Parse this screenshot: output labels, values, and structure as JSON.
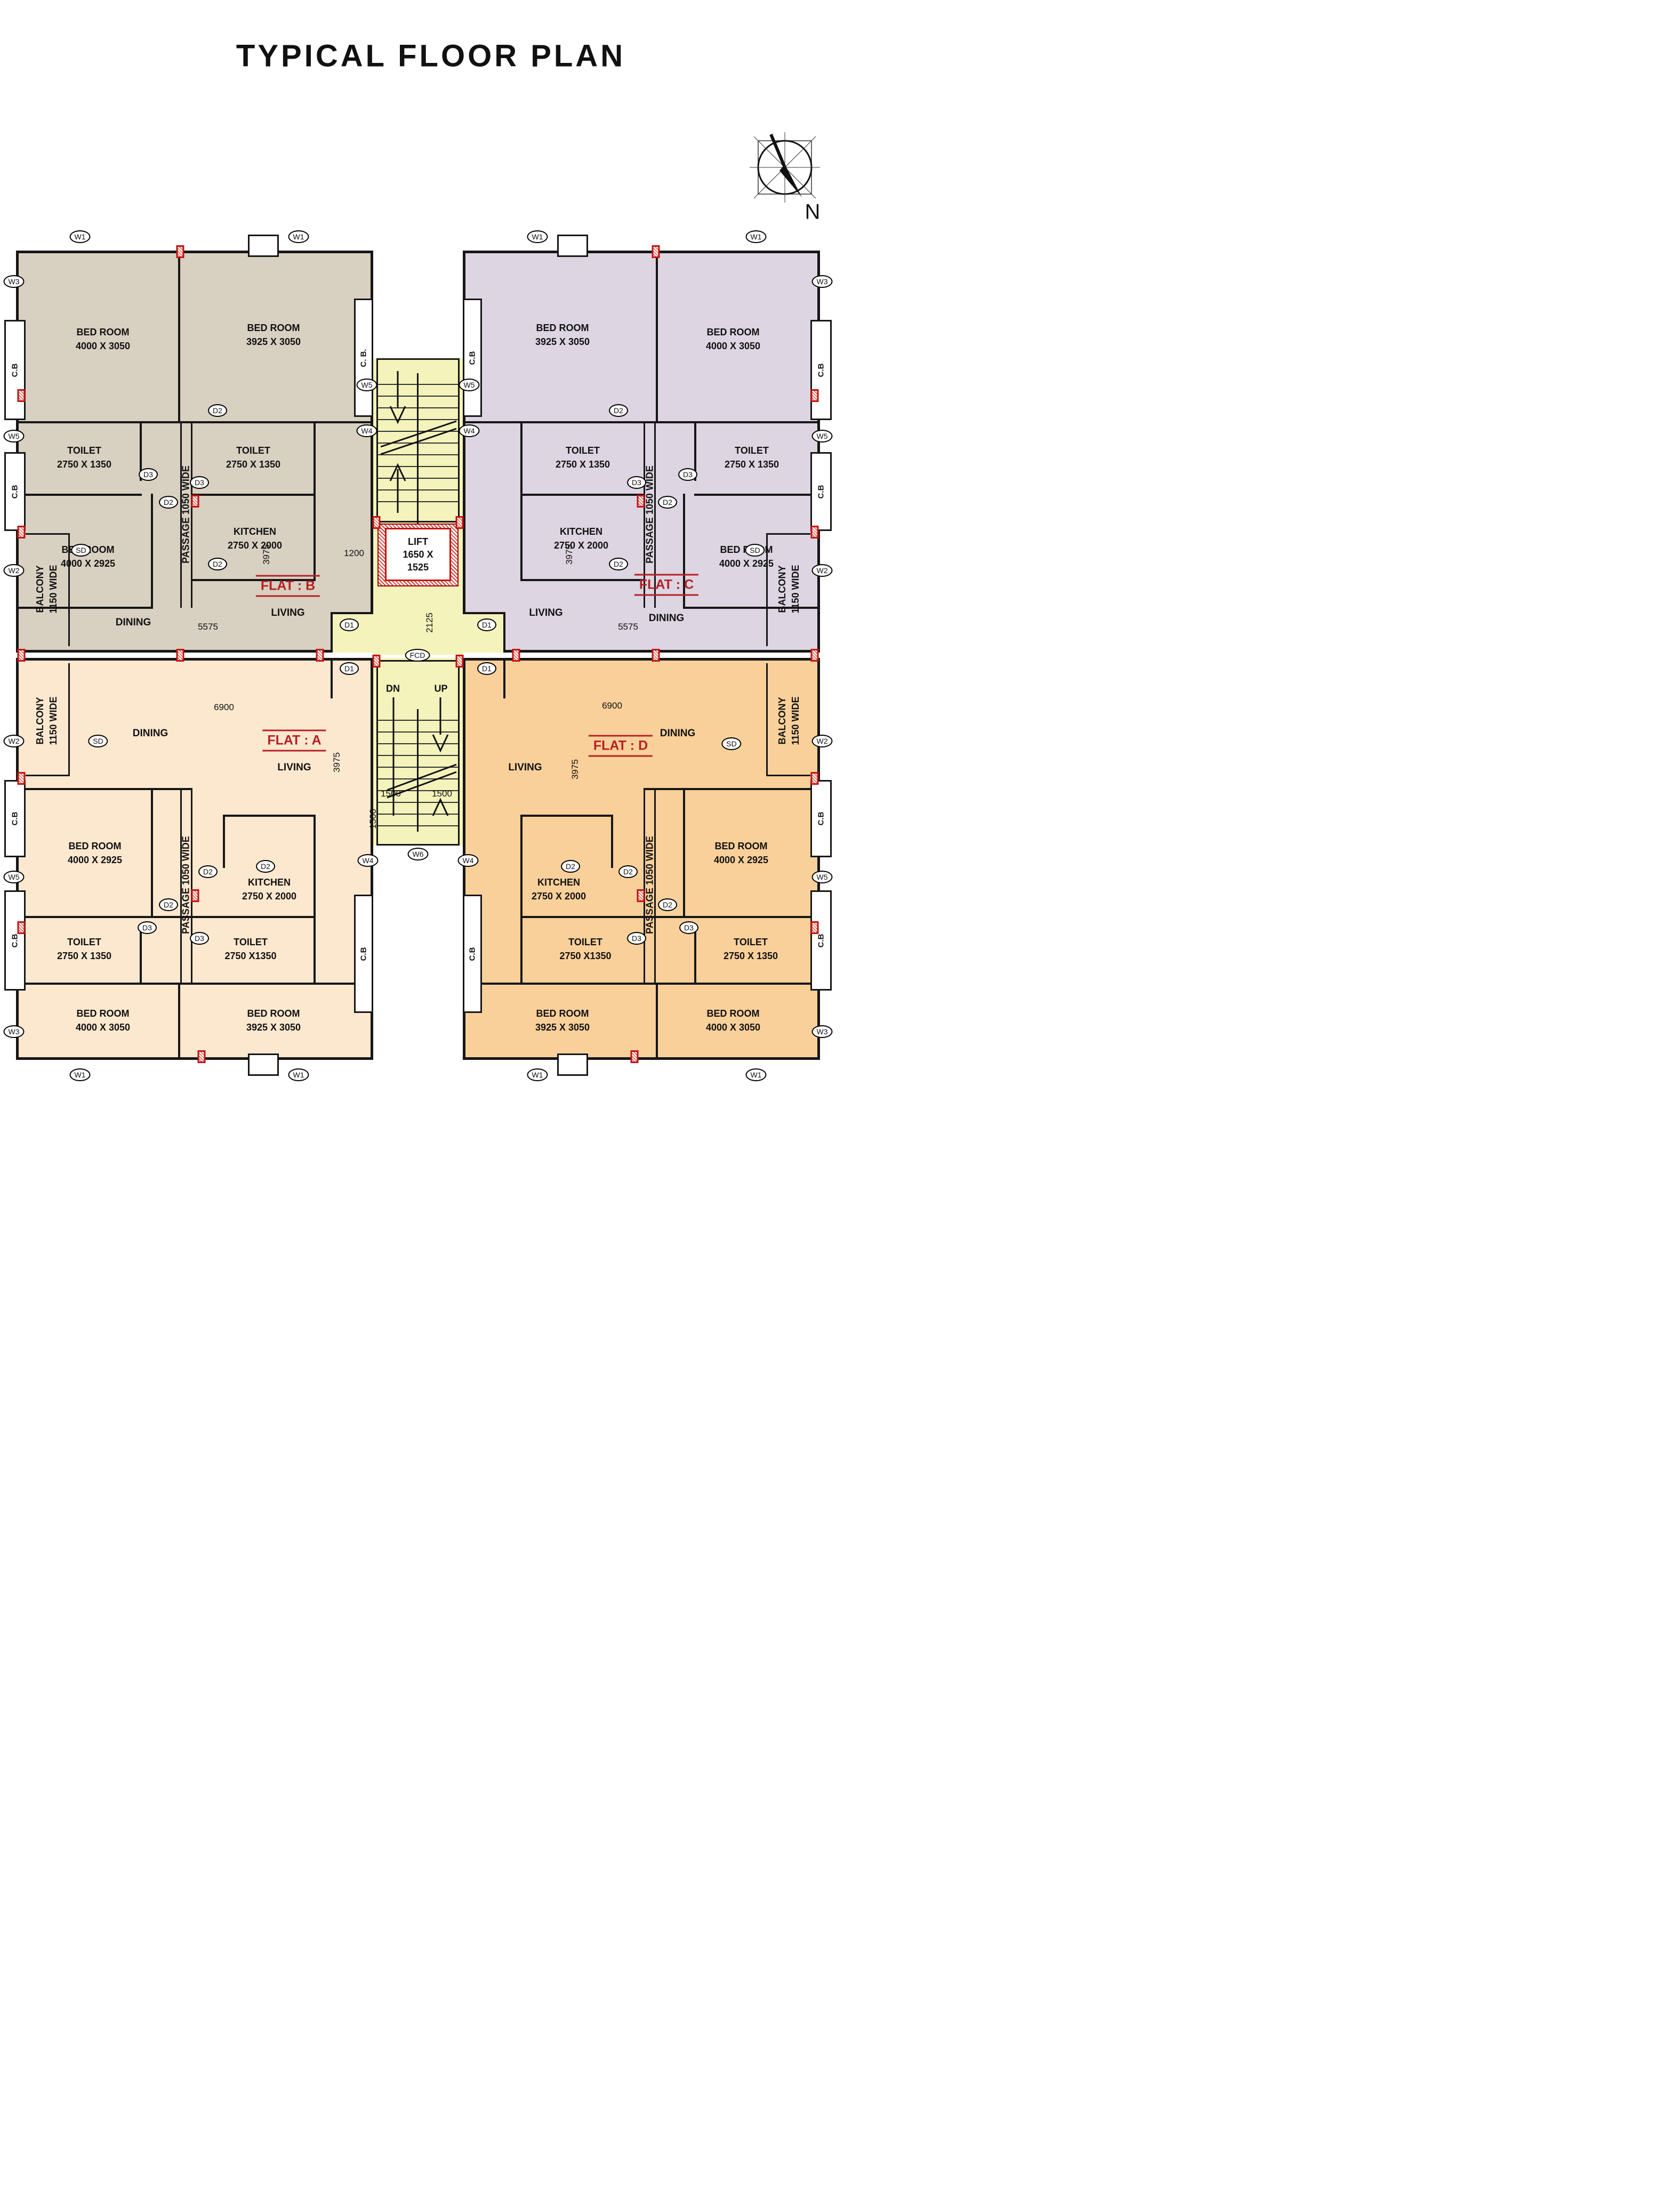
{
  "title": "TYPICAL FLOOR PLAN",
  "compass": {
    "north": "N"
  },
  "flats": {
    "a": {
      "label": "FLAT : A"
    },
    "b": {
      "label": "FLAT : B"
    },
    "c": {
      "label": "FLAT : C"
    },
    "d": {
      "label": "FLAT : D"
    }
  },
  "rooms": {
    "bedroom": "BED ROOM",
    "toilet": "TOILET",
    "kitchen": "KITCHEN",
    "living": "LIVING",
    "dining": "DINING",
    "passage": "PASSAGE 1050 WIDE",
    "balcony": {
      "line1": "BALCONY",
      "line2": "1150 WIDE"
    },
    "lift": {
      "line1": "LIFT",
      "line2": "1650 X",
      "line3": "1525"
    }
  },
  "room_dims": {
    "bedroom_4000_3050": "4000 X 3050",
    "bedroom_3925_3050": "3925 X 3050",
    "bedroom_4000_2925": "4000 X 2925",
    "toilet_2750_1350": "2750 X 1350",
    "toilet_2750_1350_tight": "2750 X1350",
    "kitchen_2750_2000": "2750 X 2000"
  },
  "dimensions": {
    "d3975": "3975",
    "d5575": "5575",
    "d6900": "6900",
    "d1200": "1200",
    "d2125": "2125",
    "d1500": "1500"
  },
  "stairs": {
    "up": "UP",
    "down": "DN"
  },
  "tags": {
    "w1": "W1",
    "w2": "W2",
    "w3": "W3",
    "w4": "W4",
    "w5": "W5",
    "w6": "W6",
    "d1": "D1",
    "d2": "D2",
    "d3": "D3",
    "sd": "SD",
    "fcd": "FCD",
    "cb": "C.B",
    "cb_spaced": "C. B."
  },
  "colors": {
    "flat_a": "#fce8cf",
    "flat_b": "#d8d0c1",
    "flat_c": "#ddd5e1",
    "flat_d": "#f9d09a",
    "core": "#f3f3bb",
    "wall": "#161616",
    "column_red": "#cc1111",
    "flat_label_red": "#b52025"
  }
}
